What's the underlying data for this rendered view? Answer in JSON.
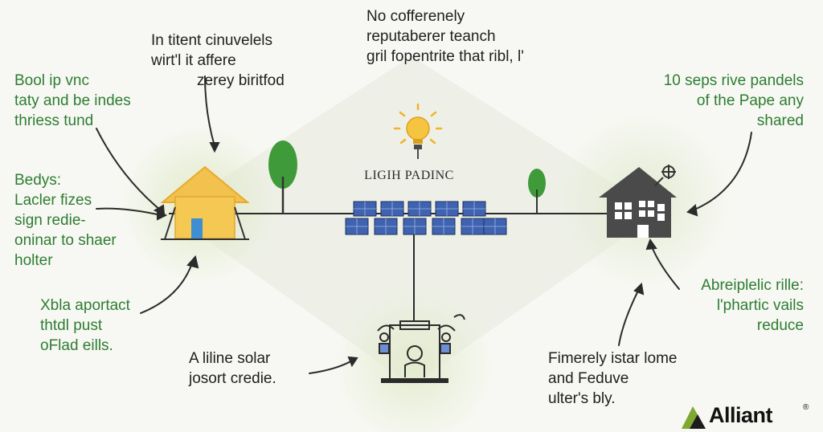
{
  "center_label": "LIGIH PADINC",
  "labels": {
    "top_center": "No cofferenely\nreputaberer teanch\ngril fopentrite that ribl, l'",
    "top_left_mid_a": "In titent cinuvelels\nwirt'l it affere",
    "top_left_mid_b": "zerey biritfod",
    "left_top": "Bool ip vnc\ntaty and be indes\nthriess tund",
    "left_mid": "Bedys:\nLacler fizes\nsign redie-\noninar to shaer\nholter",
    "left_bottom": "Xbla aportact\nthtdl pust\noFlad eills.",
    "bottom_center": "A liline solar\njosort credie.",
    "right_top": "10 seps rive pandels\nof the Pape any\nshared",
    "right_mid": "Abreiplelic rille:\nl'phartic vails\nreduce",
    "right_bottom": "Fimerely istar lome\nand Feduve\nulter's bly."
  },
  "logo": {
    "text": "Alliant",
    "reg": "®"
  },
  "colors": {
    "green_text": "#2e7d32",
    "dark_text": "#202020",
    "house_yellow": "#f2c14e",
    "house_roof": "#e8a92e",
    "panel_blue": "#3f63b0",
    "tree_green": "#3f9a3a",
    "house_gray": "#4a4a4a",
    "glow": "#dfe9c6",
    "bulb": "#f5c542",
    "logo_green": "#7ea830"
  },
  "icons": [
    "sun-bulb-icon",
    "left-house-icon",
    "right-house-icon",
    "solar-panels-icon",
    "tree-icon",
    "facility-icon",
    "logo-arrow-icon"
  ]
}
